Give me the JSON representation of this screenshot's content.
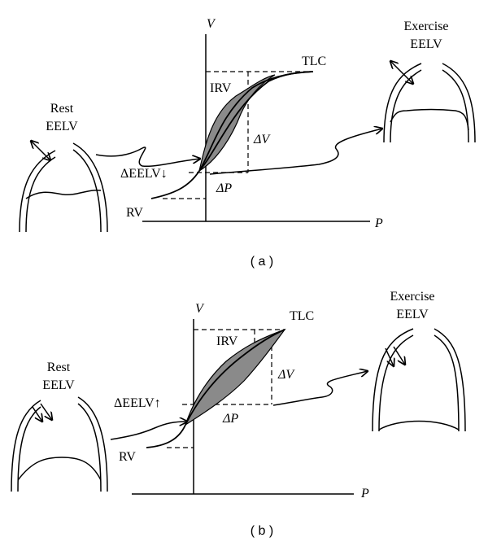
{
  "colors": {
    "loop_fill": "#8a8a8a",
    "ink": "#000000"
  },
  "panel_a": {
    "caption": "( a )",
    "axis_v": "V",
    "axis_p": "P",
    "tlc": "TLC",
    "irv": "IRV",
    "rv": "RV",
    "delta_v": "ΔV",
    "delta_p": "ΔP",
    "delta_eelv": "ΔEELV↓",
    "rest_line1": "Rest",
    "rest_line2": "EELV",
    "exercise_line1": "Exercise",
    "exercise_line2": "EELV"
  },
  "panel_b": {
    "caption": "( b )",
    "axis_v": "V",
    "axis_p": "P",
    "tlc": "TLC",
    "irv": "IRV",
    "rv": "RV",
    "delta_v": "ΔV",
    "delta_p": "ΔP",
    "delta_eelv": "ΔEELV↑",
    "rest_line1": "Rest",
    "rest_line2": "EELV",
    "exercise_line1": "Exercise",
    "exercise_line2": "EELV"
  }
}
